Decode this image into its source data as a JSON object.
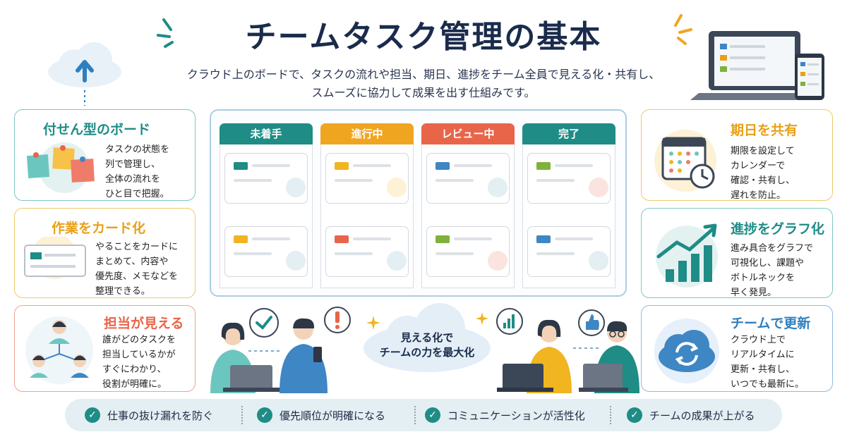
{
  "header": {
    "title": "チームタスク管理の基本",
    "subtitle_line1": "クラウド上のボードで、タスクの流れや担当、期日、進捗をチーム全員で見える化・共有し、",
    "subtitle_line2": "スムーズに協力して成果を出す仕組みです。"
  },
  "left_cards": [
    {
      "title": "付せん型のボード",
      "lines": [
        "タスクの状態を",
        "列で管理し、",
        "全体の流れを",
        "ひと目で把握。"
      ],
      "accent": "#1f8c86"
    },
    {
      "title": "作業をカード化",
      "lines": [
        "やることをカードに",
        "まとめて、内容や",
        "優先度、メモなどを",
        "整理できる。"
      ],
      "accent": "#e8a019"
    },
    {
      "title": "担当が見える",
      "lines": [
        "誰がどのタスクを",
        "担当しているかが",
        "すぐにわかり、",
        "役割が明確に。"
      ],
      "accent": "#e8654a"
    }
  ],
  "right_cards": [
    {
      "title": "期日を共有",
      "lines": [
        "期限を設定して",
        "カレンダーで",
        "確認・共有し、",
        "遅れを防止。"
      ],
      "accent": "#e8a019"
    },
    {
      "title": "進捗をグラフ化",
      "lines": [
        "進み具合をグラフで",
        "可視化し、課題や",
        "ボトルネックを",
        "早く発見。"
      ],
      "accent": "#1f8c86"
    },
    {
      "title": "チームで更新",
      "lines": [
        "クラウド上で",
        "リアルタイムに",
        "更新・共有し、",
        "いつでも最新に。"
      ],
      "accent": "#2f7fc0"
    }
  ],
  "kanban": {
    "columns": [
      {
        "label": "未着手",
        "color": "#1f8c86"
      },
      {
        "label": "進行中",
        "color": "#f0a521"
      },
      {
        "label": "レビュー中",
        "color": "#e8654a"
      },
      {
        "label": "完了",
        "color": "#1f8c86"
      }
    ],
    "card_tags": [
      [
        "#1f8c86",
        "#f0b521"
      ],
      [
        "#f0b521",
        "#e8654a"
      ],
      [
        "#3f86c4",
        "#7fb23c"
      ],
      [
        "#7fb23c",
        "#3f86c4"
      ]
    ]
  },
  "center_cloud": {
    "line1": "見える化で",
    "line2": "チームの力を最大化"
  },
  "bottom_bar": [
    "仕事の抜け漏れを防ぐ",
    "優先順位が明確になる",
    "コミュニケーションが活性化",
    "チームの成果が上がる"
  ],
  "icons": {
    "check": "✓",
    "exclamation": "!",
    "thumbs": "👍"
  }
}
